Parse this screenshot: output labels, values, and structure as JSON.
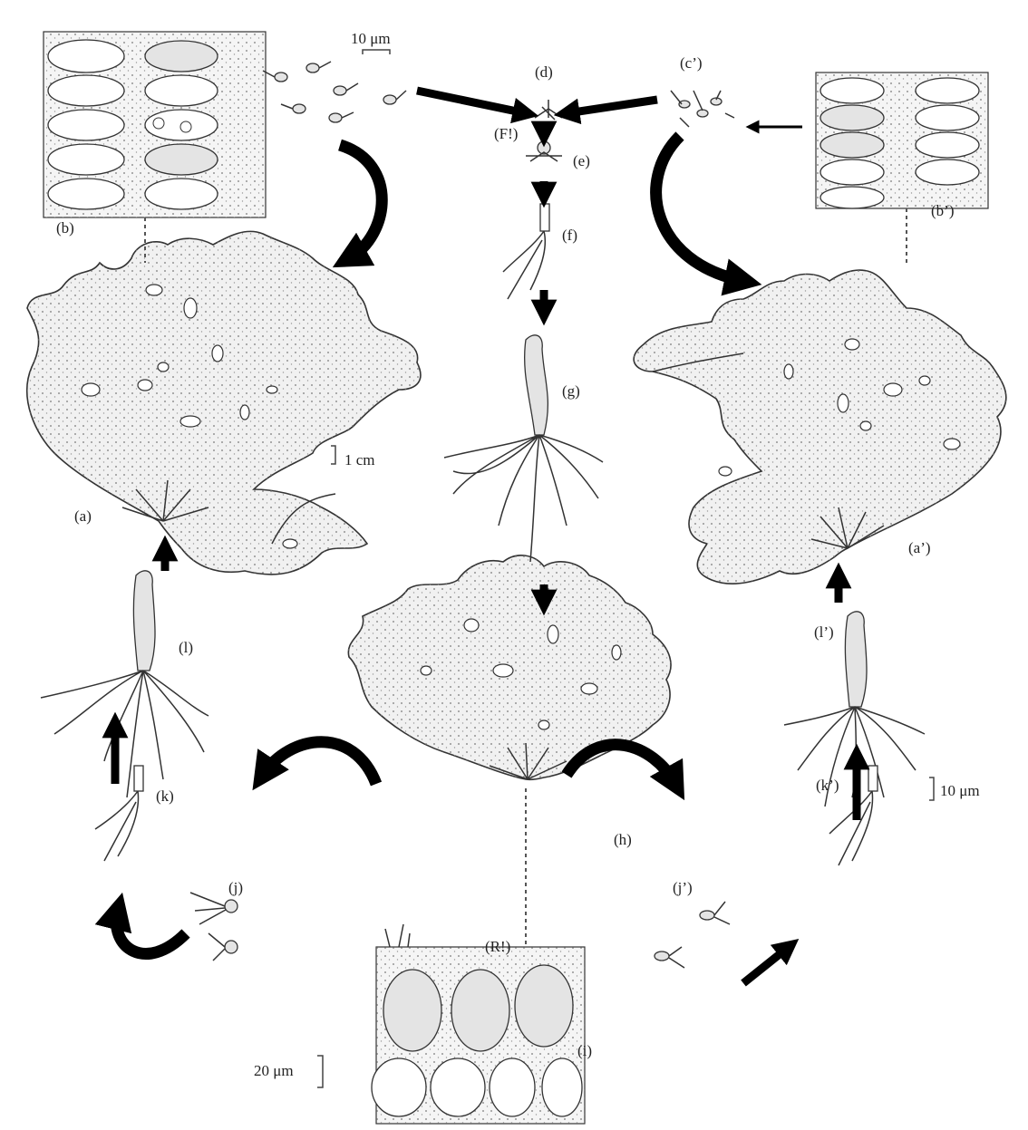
{
  "labels": {
    "a": "(a)",
    "a_prime": "(a’)",
    "b": "(b)",
    "b_prime": "(b’)",
    "c_prime": "(c’)",
    "d": "(d)",
    "F": "(F!)",
    "e": "(e)",
    "f": "(f)",
    "g": "(g)",
    "h": "(h)",
    "i": "(i)",
    "R": "(R!)",
    "j": "(j)",
    "j_prime": "(j’)",
    "k": "(k)",
    "k_prime": "(k’)",
    "l": "(l)",
    "l_prime": "(l’)"
  },
  "scales": {
    "top": "10 μm",
    "thallus": "1 cm",
    "right": "10 μm",
    "bottom": "20 μm"
  }
}
